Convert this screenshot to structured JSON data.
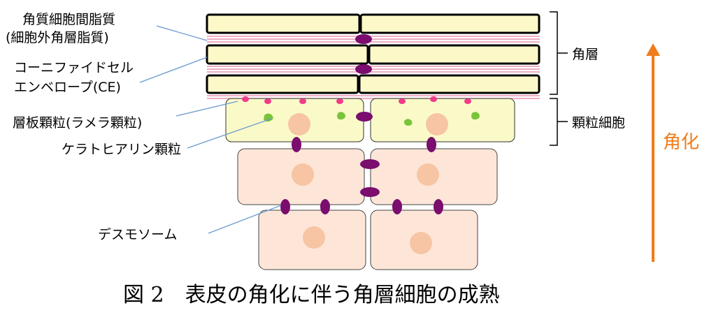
{
  "labels": {
    "intercellular_lipid_line1": "角質細胞間脂質",
    "intercellular_lipid_line2": "(細胞外角層脂質)",
    "cornified_envelope_line1": "コーニファイドセル",
    "cornified_envelope_line2": "エンベロープ(CE)",
    "lamellar_granule": "層板顆粒(ラメラ顆粒)",
    "keratohyalin_granule": "ケラトヒアリン顆粒",
    "desmosome": "デスモソーム"
  },
  "layers": {
    "stratum_corneum": "角層",
    "granular_cells": "顆粒細胞"
  },
  "arrow_label": "角化",
  "caption": "図 2　表皮の角化に伴う角層細胞の成熟",
  "colors": {
    "corneocyte_fill": "#fcf8c8",
    "granular_cell_fill": "#fafac8",
    "lower_cell_fill": "#fde6d8",
    "nucleus_fill": "#f7c5a3",
    "desmosome_fill": "#7a0d6e",
    "lamellar_granule_fill": "#f03c8c",
    "keratohyalin_fill": "#7ac43a",
    "lipid_lines": "#e890b0",
    "arrow": "#f07c1c",
    "leader_lines": "#6a9ad0"
  }
}
